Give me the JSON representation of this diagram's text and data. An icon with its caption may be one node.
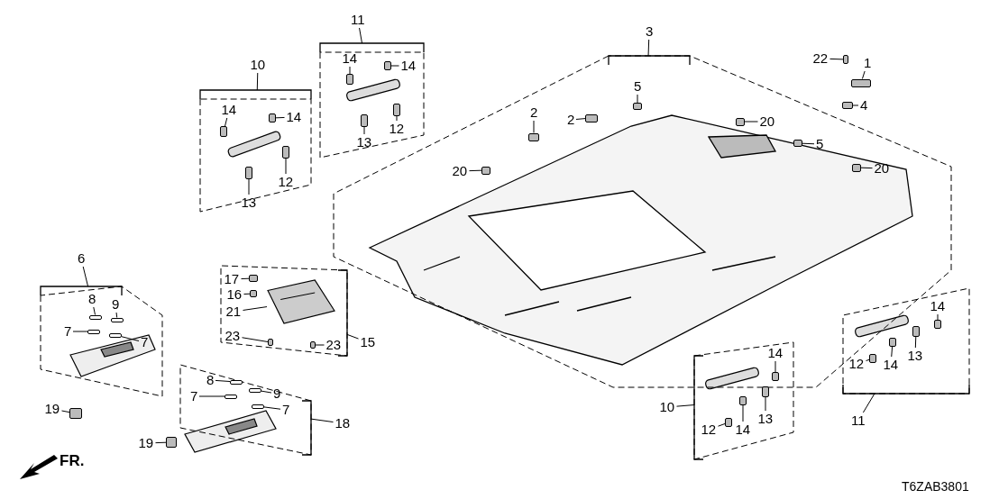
{
  "diagram": {
    "nodes": [
      {
        "text": [
          "10"
        ]
      },
      {
        "text": [],
        "shape": "box"
      },
      {
        "text": [
          "14"
        ],
        "in": 1
      },
      {
        "text": [
          "14"
        ],
        "in": 1
      },
      {
        "text": [
          "12"
        ],
        "in": 1
      },
      {
        "text": [
          "13"
        ],
        "in": 1
      },
      {
        "text": [],
        "shape": "box",
        "in": 1
      },
      {
        "text": [],
        "shape": "box",
        "in": 1
      },
      {
        "text": [],
        "shape": "box",
        "in": 1
      },
      {
        "text": [],
        "shape": "box",
        "in": 1
      },
      {
        "text": [
          "11"
        ]
      },
      {
        "text": [],
        "shape": "box"
      },
      {
        "text": [
          "14"
        ],
        "in": 11
      },
      {
        "text": [
          "14"
        ],
        "in": 11
      },
      {
        "text": [
          "12"
        ],
        "in": 11
      },
      {
        "text": [
          "13"
        ],
        "in": 11
      },
      {
        "text": [],
        "shape": "box",
        "in": 11
      },
      {
        "text": [],
        "shape": "box",
        "in": 11
      },
      {
        "text": [],
        "shape": "box",
        "in": 11
      },
      {
        "text": [],
        "shape": "box",
        "in": 11
      },
      {
        "text": [
          "3"
        ]
      },
      {
        "text": [],
        "shape": "box"
      },
      {
        "text": [
          "5"
        ],
        "in": 21
      },
      {
        "text": [
          "2"
        ],
        "in": 21
      },
      {
        "text": [
          "2"
        ],
        "in": 21
      },
      {
        "text": [
          "20"
        ],
        "in": 21
      },
      {
        "text": [
          "5"
        ],
        "in": 21
      },
      {
        "text": [
          "20"
        ],
        "in": 21
      },
      {
        "text": [
          "20"
        ],
        "in": 21
      },
      {
        "text": [],
        "shape": "box",
        "in": 21
      },
      {
        "text": [],
        "shape": "box",
        "in": 21
      },
      {
        "text": [],
        "shape": "box",
        "in": 21
      },
      {
        "text": [],
        "shape": "box",
        "in": 21
      },
      {
        "text": [],
        "shape": "box",
        "in": 21
      },
      {
        "text": [],
        "shape": "box",
        "in": 21
      },
      {
        "text": [],
        "shape": "box",
        "in": 21
      },
      {
        "text": [
          "22"
        ]
      },
      {
        "text": [
          "1"
        ]
      },
      {
        "text": [
          "4"
        ]
      },
      {
        "text": [],
        "shape": "box"
      },
      {
        "text": [],
        "shape": "box"
      },
      {
        "text": [],
        "shape": "box"
      },
      {
        "text": [
          "6"
        ]
      },
      {
        "text": [],
        "shape": "box"
      },
      {
        "text": [
          "8"
        ],
        "in": 43
      },
      {
        "text": [
          "9"
        ],
        "in": 43
      },
      {
        "text": [
          "7"
        ],
        "in": 43
      },
      {
        "text": [
          "7"
        ],
        "in": 43
      },
      {
        "text": [],
        "shape": "box",
        "in": 43
      },
      {
        "text": [],
        "shape": "box",
        "in": 43
      },
      {
        "text": [],
        "shape": "box",
        "in": 43
      },
      {
        "text": [],
        "shape": "box",
        "in": 43
      },
      {
        "text": [
          "15"
        ]
      },
      {
        "text": [],
        "shape": "box"
      },
      {
        "text": [
          "17"
        ],
        "in": 53
      },
      {
        "text": [
          "16"
        ],
        "in": 53
      },
      {
        "text": [
          "21"
        ],
        "in": 53
      },
      {
        "text": [
          "23"
        ],
        "in": 53
      },
      {
        "text": [
          "23"
        ],
        "in": 53
      },
      {
        "text": [],
        "shape": "box",
        "in": 53
      },
      {
        "text": [],
        "shape": "box",
        "in": 53
      },
      {
        "text": [],
        "shape": "picture",
        "in": 53
      },
      {
        "text": [],
        "shape": "box",
        "in": 53
      },
      {
        "text": [],
        "shape": "box",
        "in": 53
      },
      {
        "text": [
          "19"
        ]
      },
      {
        "text": [],
        "shape": "box"
      },
      {
        "text": [
          "18"
        ]
      },
      {
        "text": [],
        "shape": "box"
      },
      {
        "text": [
          "8"
        ],
        "in": 67
      },
      {
        "text": [
          "7"
        ],
        "in": 67
      },
      {
        "text": [
          "9"
        ],
        "in": 67
      },
      {
        "text": [
          "7"
        ],
        "in": 67
      },
      {
        "text": [],
        "shape": "box",
        "in": 67
      },
      {
        "text": [],
        "shape": "box",
        "in": 67
      },
      {
        "text": [],
        "shape": "box",
        "in": 67
      },
      {
        "text": [],
        "shape": "box",
        "in": 67
      },
      {
        "text": [
          "19"
        ]
      },
      {
        "text": [],
        "shape": "box"
      },
      {
        "text": [
          "10"
        ]
      },
      {
        "text": [],
        "shape": "box"
      },
      {
        "text": [
          "14"
        ]
      },
      {
        "text": [
          "12"
        ],
        "in": 79
      },
      {
        "text": [
          "14"
        ],
        "in": 79
      },
      {
        "text": [
          "13"
        ],
        "in": 79
      },
      {
        "text": [],
        "shape": "box"
      },
      {
        "text": [],
        "shape": "box",
        "in": 79
      },
      {
        "text": [],
        "shape": "box",
        "in": 79
      },
      {
        "text": [],
        "shape": "box",
        "in": 79
      },
      {
        "text": [
          "11"
        ]
      },
      {
        "text": [],
        "shape": "box"
      },
      {
        "text": [
          "14"
        ],
        "in": 89
      },
      {
        "text": [
          "12"
        ],
        "in": 89
      },
      {
        "text": [
          "14"
        ],
        "in": 89
      },
      {
        "text": [
          "13"
        ],
        "in": 89
      },
      {
        "text": [],
        "shape": "box",
        "in": 89
      },
      {
        "text": [],
        "shape": "box",
        "in": 89
      },
      {
        "text": [],
        "shape": "box",
        "in": 89
      },
      {
        "text": [],
        "shape": "box",
        "in": 89
      }
    ],
    "edges": [
      {
        "from": 0,
        "to": 1,
        "arrow": "none"
      },
      {
        "from": 2,
        "to": 6,
        "arrow": "none"
      },
      {
        "from": 3,
        "to": 7,
        "arrow": "none"
      },
      {
        "from": 4,
        "to": 8,
        "arrow": "none"
      },
      {
        "from": 5,
        "to": 9,
        "arrow": "none"
      },
      {
        "from": 10,
        "to": 11,
        "arrow": "none"
      },
      {
        "from": 12,
        "to": 16,
        "arrow": "none"
      },
      {
        "from": 13,
        "to": 17,
        "arrow": "none"
      },
      {
        "from": 14,
        "to": 18,
        "arrow": "none"
      },
      {
        "from": 15,
        "to": 19,
        "arrow": "none"
      },
      {
        "from": 20,
        "to": 21,
        "arrow": "none"
      },
      {
        "from": 22,
        "to": 29,
        "arrow": "none"
      },
      {
        "from": 23,
        "to": 30,
        "arrow": "none"
      },
      {
        "from": 24,
        "to": 31,
        "arrow": "none"
      },
      {
        "from": 25,
        "to": 32,
        "arrow": "none"
      },
      {
        "from": 26,
        "to": 33,
        "arrow": "none"
      },
      {
        "from": 27,
        "to": 34,
        "arrow": "none"
      },
      {
        "from": 28,
        "to": 35,
        "arrow": "none"
      },
      {
        "from": 36,
        "to": 39,
        "arrow": "none"
      },
      {
        "from": 37,
        "to": 40,
        "arrow": "none"
      },
      {
        "from": 38,
        "to": 41,
        "arrow": "none"
      },
      {
        "from": 42,
        "to": 43,
        "arrow": "none"
      },
      {
        "from": 44,
        "to": 48,
        "arrow": "none"
      },
      {
        "from": 45,
        "to": 49,
        "arrow": "none"
      },
      {
        "from": 46,
        "to": 50,
        "arrow": "none"
      },
      {
        "from": 47,
        "to": 51,
        "arrow": "none"
      },
      {
        "from": 52,
        "to": 53,
        "arrow": "none"
      },
      {
        "from": 54,
        "to": 59,
        "arrow": "none"
      },
      {
        "from": 55,
        "to": 60,
        "arrow": "none"
      },
      {
        "from": 56,
        "to": 61,
        "arrow": "none"
      },
      {
        "from": 57,
        "to": 62,
        "arrow": "none"
      },
      {
        "from": 58,
        "to": 63,
        "arrow": "none"
      },
      {
        "from": 64,
        "to": 65,
        "arrow": "none"
      },
      {
        "from": 66,
        "to": 67,
        "arrow": "none"
      },
      {
        "from": 68,
        "to": 72,
        "arrow": "none"
      },
      {
        "from": 69,
        "to": 73,
        "arrow": "none"
      },
      {
        "from": 70,
        "to": 74,
        "arrow": "none"
      },
      {
        "from": 71,
        "to": 75,
        "arrow": "none"
      },
      {
        "from": 76,
        "to": 77,
        "arrow": "none"
      },
      {
        "from": 78,
        "to": 79,
        "arrow": "none"
      },
      {
        "from": 80,
        "to": 84,
        "arrow": "none"
      },
      {
        "from": 81,
        "to": 85,
        "arrow": "none"
      },
      {
        "from": 82,
        "to": 86,
        "arrow": "none"
      },
      {
        "from": 83,
        "to": 87,
        "arrow": "none"
      },
      {
        "from": 88,
        "to": 89,
        "arrow": "none"
      },
      {
        "from": 90,
        "to": 94,
        "arrow": "none"
      },
      {
        "from": 91,
        "to": 95,
        "arrow": "none"
      },
      {
        "from": 92,
        "to": 96,
        "arrow": "none"
      },
      {
        "from": 93,
        "to": 97,
        "arrow": "none"
      }
    ],
    "labels": [
      "FR.",
      "T6ZAB3801"
    ]
  }
}
